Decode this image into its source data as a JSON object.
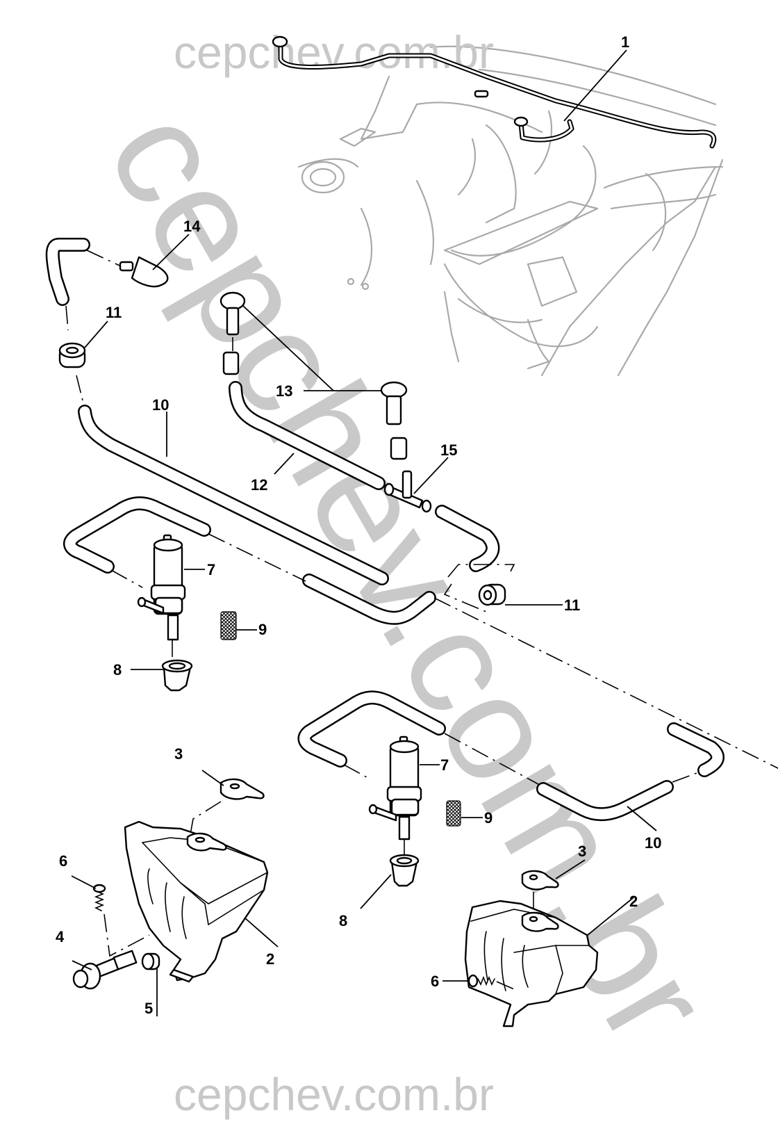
{
  "diagram": {
    "title": "Windshield / headlamp washer system exploded parts view",
    "watermarks": {
      "top": "cepchev.com.br",
      "diagonal": "cepchev.com.br",
      "bottom": "cepchev.com.br"
    },
    "callouts": [
      {
        "id": "c1",
        "label": "1",
        "part": "washer hose harness (engine bay)"
      },
      {
        "id": "c2a",
        "label": "2",
        "part": "washer reservoir (left)"
      },
      {
        "id": "c2b",
        "label": "2",
        "part": "washer reservoir (right)"
      },
      {
        "id": "c3a",
        "label": "3",
        "part": "reservoir cap (left)"
      },
      {
        "id": "c3b",
        "label": "3",
        "part": "reservoir cap (right)"
      },
      {
        "id": "c4",
        "label": "4",
        "part": "level sensor"
      },
      {
        "id": "c5",
        "label": "5",
        "part": "sensor grommet"
      },
      {
        "id": "c6a",
        "label": "6",
        "part": "screw (left)"
      },
      {
        "id": "c6b",
        "label": "6",
        "part": "screw (right)"
      },
      {
        "id": "c7a",
        "label": "7",
        "part": "washer pump (left)"
      },
      {
        "id": "c7b",
        "label": "7",
        "part": "washer pump (right)"
      },
      {
        "id": "c8a",
        "label": "8",
        "part": "pump grommet (left)"
      },
      {
        "id": "c8b",
        "label": "8",
        "part": "pump grommet (right)"
      },
      {
        "id": "c9a",
        "label": "9",
        "part": "filter screen (left)"
      },
      {
        "id": "c9b",
        "label": "9",
        "part": "filter screen (right)"
      },
      {
        "id": "c10a",
        "label": "10",
        "part": "washer hose (upper)"
      },
      {
        "id": "c10b",
        "label": "10",
        "part": "washer hose (lower)"
      },
      {
        "id": "c11a",
        "label": "11",
        "part": "grommet (left)"
      },
      {
        "id": "c11b",
        "label": "11",
        "part": "grommet (right)"
      },
      {
        "id": "c12",
        "label": "12",
        "part": "hose"
      },
      {
        "id": "c13",
        "label": "13",
        "part": "washer nozzles"
      },
      {
        "id": "c14",
        "label": "14",
        "part": "jet nozzle"
      },
      {
        "id": "c15",
        "label": "15",
        "part": "T-connector"
      }
    ]
  }
}
